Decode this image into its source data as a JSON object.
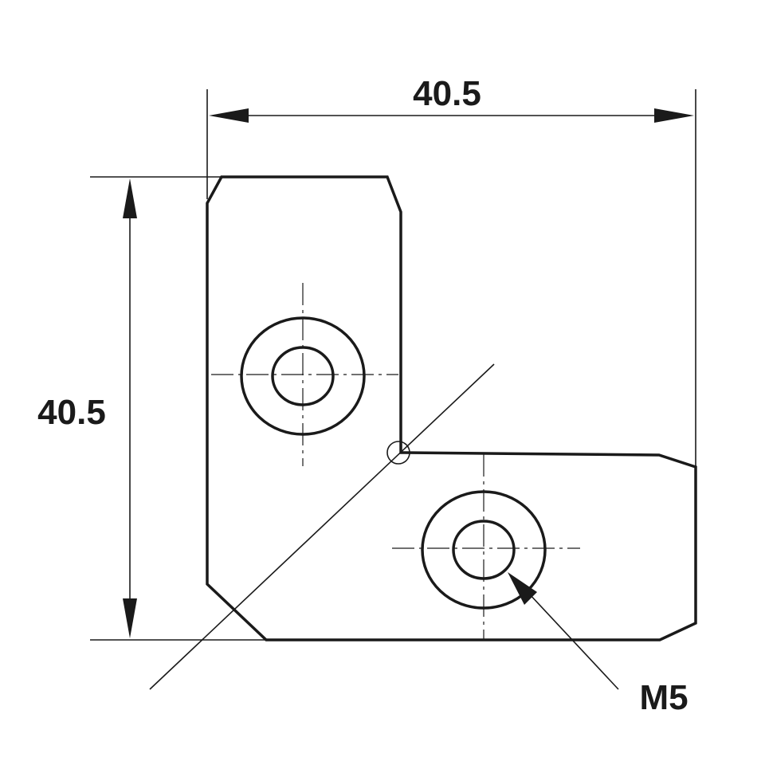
{
  "drawing": {
    "dimension_width": "40.5",
    "dimension_height": "40.5",
    "thread_label": "M5"
  },
  "colors": {
    "ink": "#1a1a1a",
    "paper": "#ffffff"
  }
}
